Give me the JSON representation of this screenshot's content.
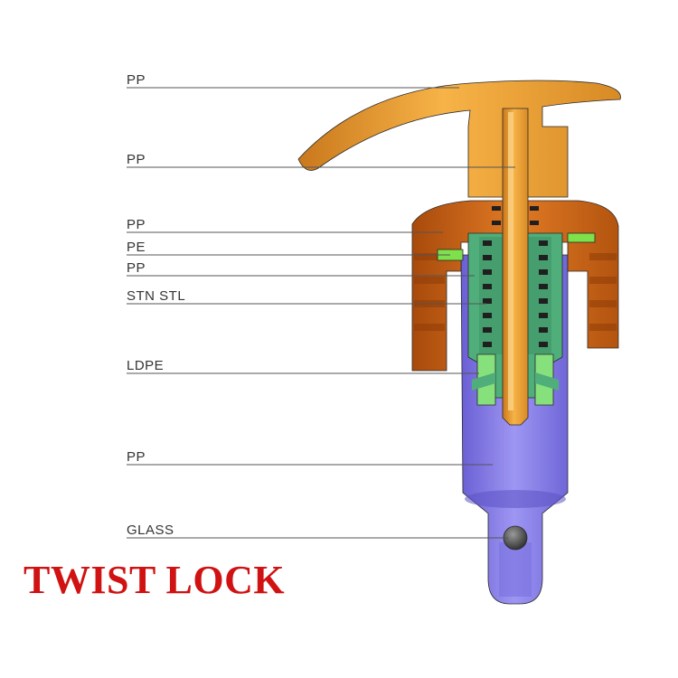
{
  "labels": [
    {
      "id": "actuator",
      "text": "PP"
    },
    {
      "id": "piston-rod",
      "text": "PP"
    },
    {
      "id": "closure",
      "text": "PP"
    },
    {
      "id": "gasket",
      "text": "PE"
    },
    {
      "id": "housing-top",
      "text": "PP"
    },
    {
      "id": "spring",
      "text": "STN STL"
    },
    {
      "id": "valve",
      "text": "LDPE"
    },
    {
      "id": "body",
      "text": "PP"
    },
    {
      "id": "ball",
      "text": "GLASS"
    }
  ],
  "caption": "TWIST LOCK",
  "colors": {
    "actuator": "#f2a632",
    "closure": "#d4681a",
    "body": "#8880e8",
    "spring": "#5cbf85",
    "gasket": "#7ee04a",
    "ball": "#4a4a4a",
    "caption": "#d01212"
  }
}
